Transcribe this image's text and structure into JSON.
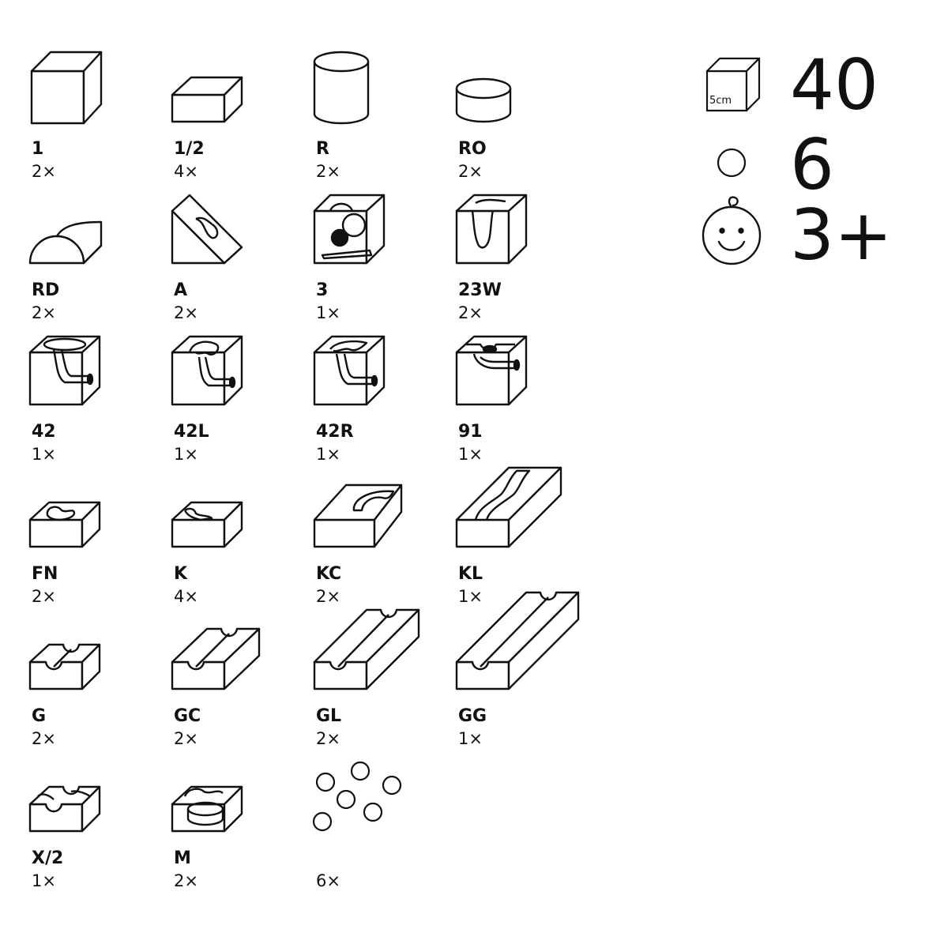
{
  "pieces": [
    {
      "code": "1",
      "count": "2×",
      "icon": "cube-icon"
    },
    {
      "code": "1/2",
      "count": "4×",
      "icon": "half-cube-icon"
    },
    {
      "code": "R",
      "count": "2×",
      "icon": "cylinder-icon"
    },
    {
      "code": "RO",
      "count": "2×",
      "icon": "short-cylinder-icon"
    },
    {
      "code": "RD",
      "count": "2×",
      "icon": "half-round-icon"
    },
    {
      "code": "A",
      "count": "2×",
      "icon": "angled-chute-icon"
    },
    {
      "code": "3",
      "count": "1×",
      "icon": "ball-chute-cube-icon"
    },
    {
      "code": "23W",
      "count": "2×",
      "icon": "deep-groove-cube-icon"
    },
    {
      "code": "42",
      "count": "1×",
      "icon": "funnel-tunnel-cube-icon"
    },
    {
      "code": "42L",
      "count": "1×",
      "icon": "funnel-tunnel-left-cube-icon"
    },
    {
      "code": "42R",
      "count": "1×",
      "icon": "funnel-tunnel-right-cube-icon"
    },
    {
      "code": "91",
      "count": "1×",
      "icon": "cross-tunnel-cube-icon"
    },
    {
      "code": "FN",
      "count": "2×",
      "icon": "funnel-slab-icon"
    },
    {
      "code": "K",
      "count": "4×",
      "icon": "curve-slab-icon"
    },
    {
      "code": "KC",
      "count": "2×",
      "icon": "curve-channel-slab-icon"
    },
    {
      "code": "KL",
      "count": "1×",
      "icon": "long-curve-slab-icon"
    },
    {
      "code": "G",
      "count": "2×",
      "icon": "groove-slab-icon"
    },
    {
      "code": "GC",
      "count": "2×",
      "icon": "groove-channel-slab-icon"
    },
    {
      "code": "GL",
      "count": "2×",
      "icon": "long-groove-slab-icon"
    },
    {
      "code": "GG",
      "count": "1×",
      "icon": "extra-long-groove-slab-icon"
    },
    {
      "code": "X/2",
      "count": "1×",
      "icon": "cross-groove-slab-icon"
    },
    {
      "code": "M",
      "count": "2×",
      "icon": "marble-well-slab-icon"
    },
    {
      "code": "",
      "count": "6×",
      "icon": "marbles-icon"
    }
  ],
  "summary": {
    "cube_label": "5cm",
    "blocks_total": "40",
    "marbles_total": "6",
    "age": "3+",
    "icons": [
      "cube-size-icon",
      "marble-icon",
      "child-face-icon"
    ]
  },
  "colors": {
    "stroke": "#111111",
    "background": "#ffffff"
  }
}
